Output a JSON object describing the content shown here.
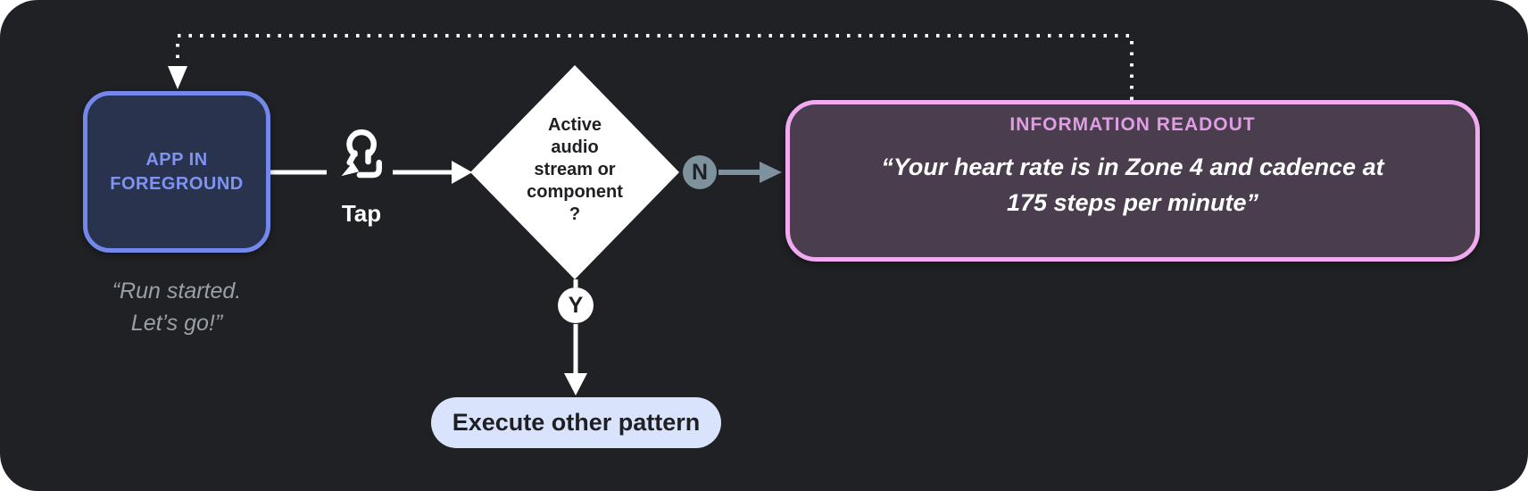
{
  "colors": {
    "background": "#202124",
    "page": "#ffffff",
    "blue_border": "#7487ea",
    "blue_fill": "#2a334e",
    "blue_text": "#7e93f2",
    "slate": "#7e929e",
    "purple_border": "#f0aaf0",
    "purple_fill": "#4a3d4d",
    "purple_title": "#df9de3",
    "pill_fill": "#d9e3fb",
    "caption_gray": "#9aa0a6",
    "white": "#ffffff",
    "dark_text": "#1e2023"
  },
  "app_node": {
    "lines": [
      "APP IN",
      "FOREGROUND"
    ]
  },
  "app_caption": {
    "lines": [
      "“Run started.",
      "Let’s go!”"
    ]
  },
  "tap": {
    "label": "Tap",
    "icon": "tap-gesture-icon"
  },
  "decision": {
    "lines": [
      "Active",
      "audio",
      "stream or",
      "component",
      "?"
    ]
  },
  "branches": {
    "no": "N",
    "yes": "Y"
  },
  "readout": {
    "title": "INFORMATION READOUT",
    "quote_lines": [
      "“Your heart rate is in Zone 4 and cadence at",
      "175 steps per minute”"
    ]
  },
  "action": {
    "label": "Execute other pattern"
  }
}
